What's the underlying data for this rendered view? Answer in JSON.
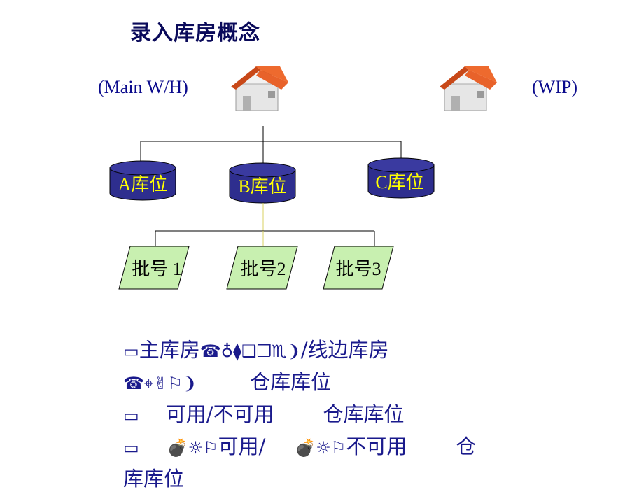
{
  "title": "录入库房概念",
  "warehouses": {
    "main_label": "(Main W/H)",
    "wip_label": "(WIP)"
  },
  "bins": [
    {
      "label": "A库位"
    },
    {
      "label": "B库位"
    },
    {
      "label": "C库位"
    }
  ],
  "lots": [
    {
      "label": "批号 1"
    },
    {
      "label": "批号2"
    },
    {
      "label": "批号3"
    }
  ],
  "colors": {
    "cylinder_fill": "#2e2e8e",
    "cylinder_text": "#ffff00",
    "lot_fill": "#c8f0b0",
    "roof": "#e8622a",
    "text_blue": "#0a0a8c"
  },
  "bullets": [
    {
      "prefix": "",
      "text": "主库房",
      "sym": "☎♁⧫❑❒♏❩",
      "tail": "/线边库房"
    },
    {
      "prefix": "☎⌖✌⚐❩",
      "text": "",
      "sym": "",
      "tail": "仓库库位"
    },
    {
      "prefix": "",
      "text": "可用/不可用",
      "sym": "",
      "tail": "仓库库位"
    },
    {
      "prefix": "",
      "text": "",
      "sym": "💣☼⚐",
      "tail": "可用/"
    },
    {
      "prefix": "",
      "text": "",
      "sym": "💣☼⚐",
      "tail": "不可用"
    },
    {
      "prefix": "",
      "text": "",
      "sym": "",
      "tail": "仓"
    },
    {
      "prefix": "",
      "text": "",
      "sym": "",
      "tail": "库库位"
    }
  ]
}
